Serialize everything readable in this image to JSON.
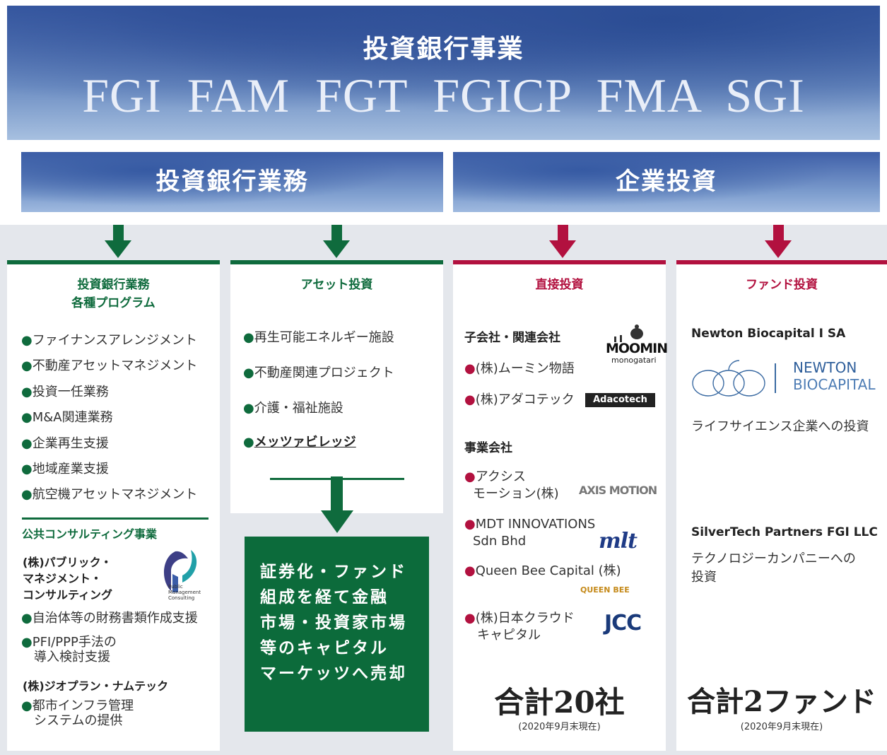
{
  "header": {
    "title": "投資銀行事業",
    "codes": "FGI FAM FGT FGICP FMA SGI"
  },
  "divisions": {
    "ib": "投資銀行業務",
    "ci": "企業投資"
  },
  "columns": {
    "programs": {
      "title_line1": "投資銀行業務",
      "title_line2": "各種プログラム",
      "items": [
        "ファイナンスアレンジメント",
        "不動産アセットマネジメント",
        "投資一任業務",
        "M&A関連業務",
        "企業再生支援",
        "地域産業支援",
        "航空機アセットマネジメント"
      ],
      "public_title": "公共コンサルティング事業",
      "pmc_name_l1": "(株)パブリック・",
      "pmc_name_l2": "マネジメント・",
      "pmc_name_l3": "コンサルティング",
      "pmc_logo_l1": "Public",
      "pmc_logo_l2": "Management",
      "pmc_logo_l3": "Consulting",
      "pmc_item1": "自治体等の財務書類作成支援",
      "pmc_item2_l1": "PFI/PPP手法の",
      "pmc_item2_l2": "導入検討支援",
      "geo_name": "(株)ジオプラン・ナムテック",
      "geo_item_l1": "都市インフラ管理",
      "geo_item_l2": "システムの提供"
    },
    "asset": {
      "title": "アセット投資",
      "items": [
        "再生可能エネルギー施設",
        "不動産関連プロジェクト",
        "介護・福祉施設"
      ],
      "highlight": "メッツァビレッジ"
    },
    "securitization": {
      "lines": [
        "証券化・ファンド",
        "組成を経て金融",
        "市場・投資家市場",
        "等のキャピタル",
        "マーケッツへ売却"
      ]
    },
    "direct": {
      "title": "直接投資",
      "subs_title": "子会社・関連会社",
      "moomin": "(株)ムーミン物語",
      "moomin_logo_l1": "MOOMIN",
      "moomin_logo_l2": "monogatari",
      "adaco": "(株)アダコテック",
      "adaco_logo": "Adacotech",
      "ops_title": "事業会社",
      "axis_l1": "アクシス",
      "axis_l2": "モーション(株)",
      "axis_logo": "AXIS MOTION",
      "mdt_l1": "MDT INNOVATIONS",
      "mdt_l2": "Sdn Bhd",
      "mdt_logo": "mlt",
      "qb": "Queen Bee Capital (株)",
      "qb_logo": "QUEEN BEE",
      "jcc_l1": "(株)日本クラウド",
      "jcc_l2": "キャピタル",
      "jcc_logo": "JCC",
      "total": "合計20社",
      "asof": "(2020年9月末現在)"
    },
    "fund": {
      "title": "ファンド投資",
      "newton_name": "Newton Biocapital I SA",
      "newton_logo_l1": "NEWTON",
      "newton_logo_l2": "BIOCAPITAL",
      "newton_desc": "ライフサイエンス企業への投資",
      "silver_name": "SilverTech Partners FGI LLC",
      "silver_desc_l1": "テクノロジーカンパニーへの",
      "silver_desc_l2": "投資",
      "total": "合計2ファンド",
      "asof": "(2020年9月末現在)"
    }
  },
  "colors": {
    "green": "#0f6b3d",
    "crimson": "#b2113f",
    "banner_blue": "#3b5da6"
  }
}
